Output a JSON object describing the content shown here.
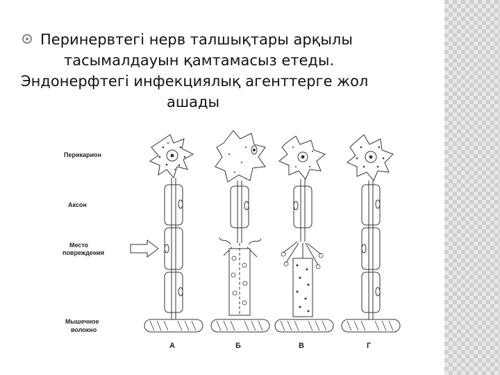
{
  "slide": {
    "lines": [
      "Перинервтегі нерв талшықтары арқылы",
      "тасымалдауын қамтамасыз етеды.",
      "Эндонерфтегі инфекциялық агенттерге жол",
      "ашады"
    ],
    "bullet_icon": "circle-bullet-icon",
    "accent_color": "#8a8a8a"
  },
  "figure": {
    "labels": {
      "perikaryon": "Перикарион",
      "axon": "Аксон",
      "injury_site_1": "Место",
      "injury_site_2": "повреждения",
      "muscle_fiber_1": "Мышечное",
      "muscle_fiber_2": "волокно"
    },
    "panels": [
      "А",
      "Б",
      "В",
      "Г"
    ]
  }
}
